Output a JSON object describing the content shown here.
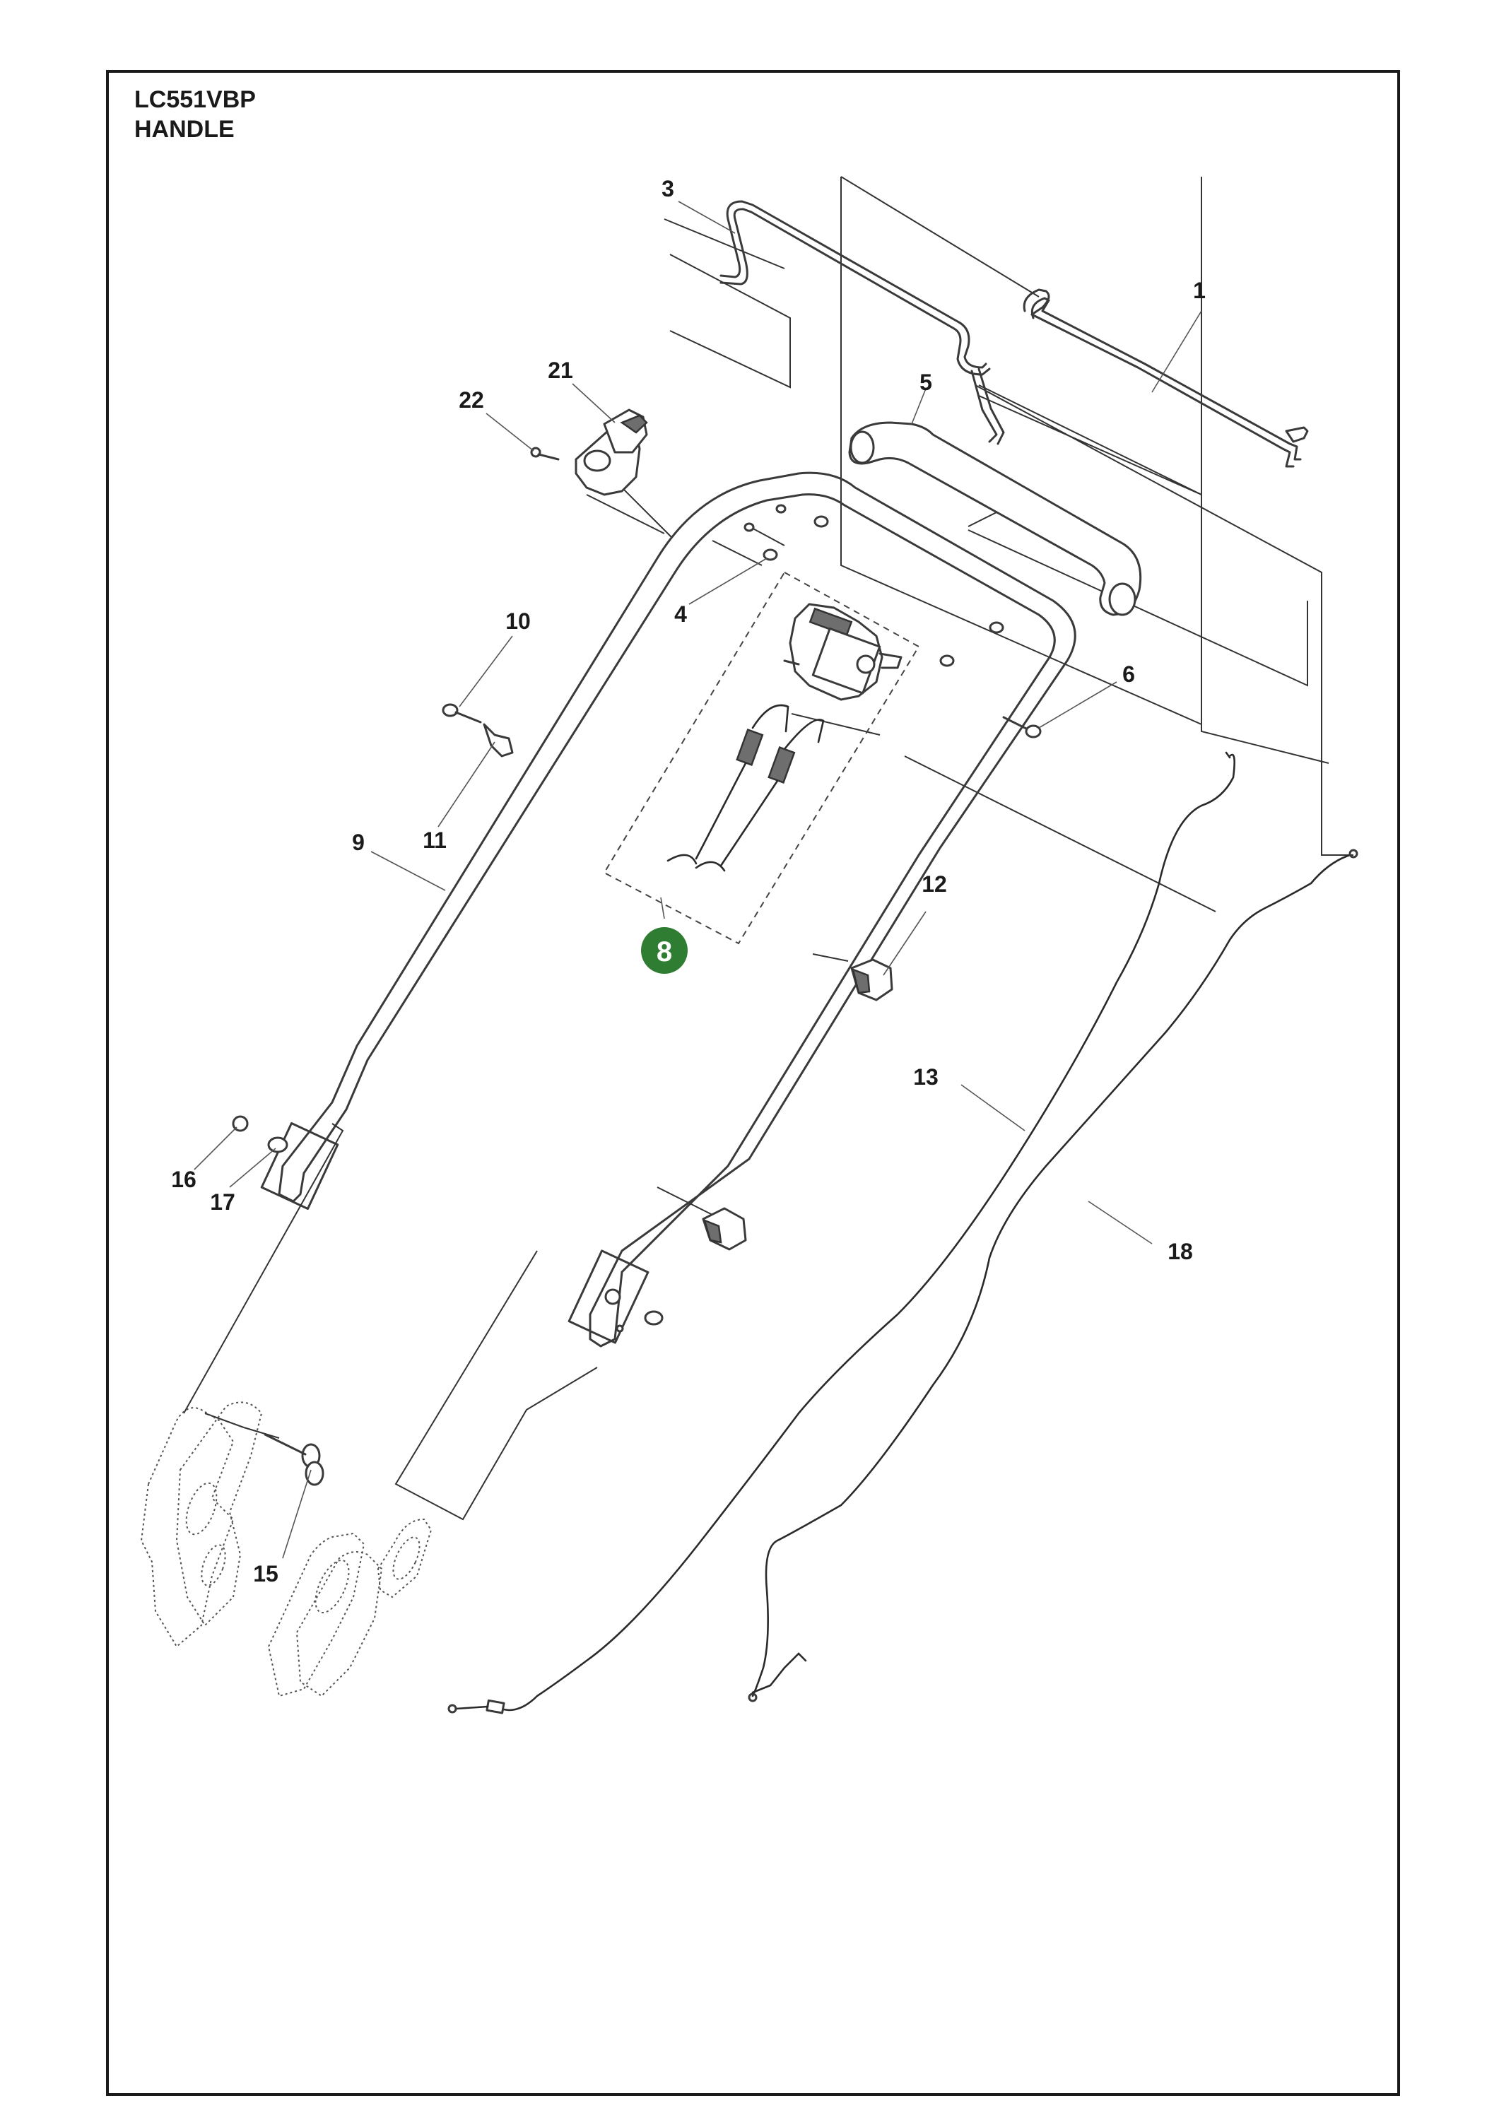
{
  "title": {
    "model": "LC551VBP",
    "section": "HANDLE"
  },
  "callouts": [
    {
      "id": "c1",
      "text": "1"
    },
    {
      "id": "c3",
      "text": "3"
    },
    {
      "id": "c4",
      "text": "4"
    },
    {
      "id": "c5",
      "text": "5"
    },
    {
      "id": "c6",
      "text": "6"
    },
    {
      "id": "c8",
      "text": "8",
      "highlight": true
    },
    {
      "id": "c9",
      "text": "9"
    },
    {
      "id": "c10",
      "text": "10"
    },
    {
      "id": "c11",
      "text": "11"
    },
    {
      "id": "c12",
      "text": "12"
    },
    {
      "id": "c13",
      "text": "13"
    },
    {
      "id": "c15",
      "text": "15"
    },
    {
      "id": "c16",
      "text": "16"
    },
    {
      "id": "c17",
      "text": "17"
    },
    {
      "id": "c18",
      "text": "18"
    },
    {
      "id": "c21",
      "text": "21"
    },
    {
      "id": "c22",
      "text": "22"
    }
  ],
  "colors": {
    "highlight_badge": "#2e7d32",
    "frame": "#1a1a1a",
    "line": "#3a3a3a"
  }
}
